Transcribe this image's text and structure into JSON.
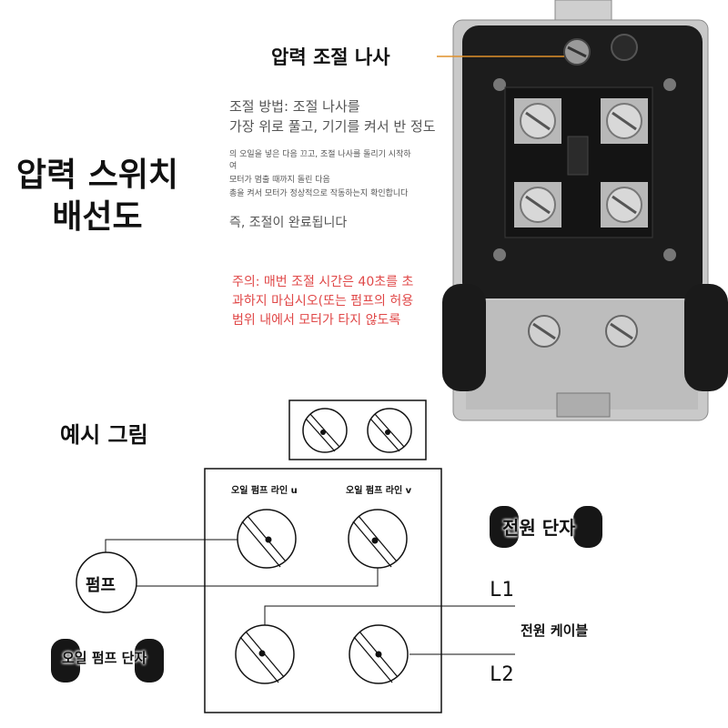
{
  "title": {
    "line1": "압력 스위치",
    "line2": "배선도"
  },
  "callout_label": "압력 조절 나사",
  "instructions": {
    "line1": "조절 방법: 조절 나사를",
    "line2": "가장 위로 풀고, 기기를 켜서 반 정도",
    "small1": "의 오일을 넣은 다음 끄고, 조절 나사를 돌리기 시작하",
    "small2": "여",
    "small3": "모터가 멈출 때까지 돌린 다음",
    "small4": "총을 켜서 모터가 정상적으로 작동하는지 확인합니다",
    "done": "즉, 조절이 완료됩니다"
  },
  "warning": {
    "line1": "주의: 매번 조절 시간은 40초를 초",
    "line2": "과하지 마십시오(또는 펌프의 허용",
    "line3": "범위 내에서 모터가 타지 않도록"
  },
  "example_label": "예시 그림",
  "diagram": {
    "line_u": "오일 펌프 라인 u",
    "line_v": "오일 펌프 라인 v",
    "pump": "펌프",
    "power_terminal": "전원 단자",
    "power_cable": "전원 케이블",
    "oil_pump_terminal": "오일 펌프 단자",
    "l1": "L1",
    "l2": "L2"
  }
}
